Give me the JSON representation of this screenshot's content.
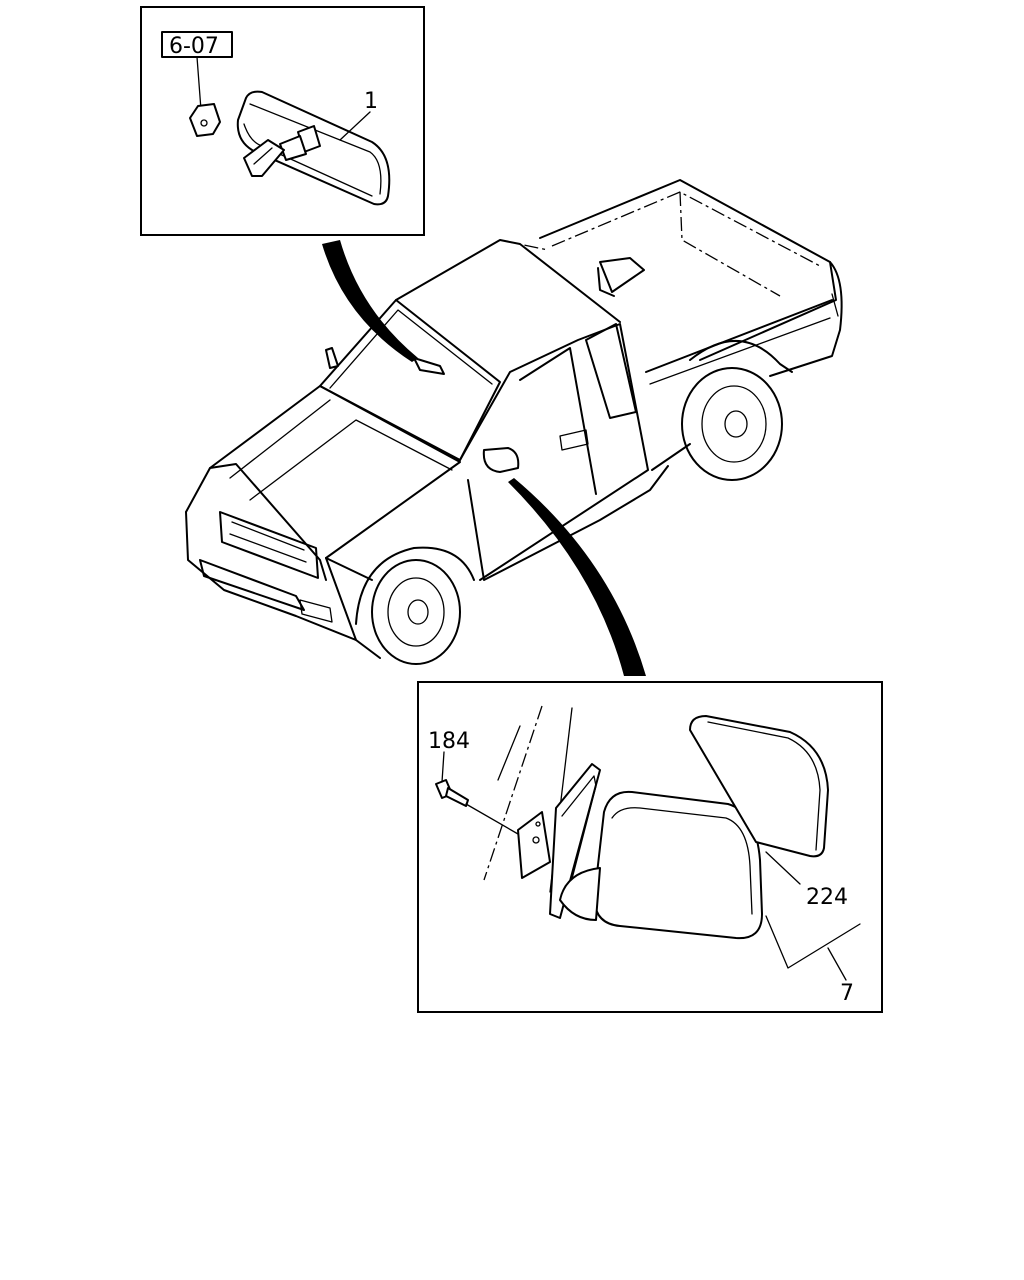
{
  "callouts": {
    "section_ref": "6-07",
    "inside_mirror": "1",
    "bolt": "184",
    "mirror_glass": "224",
    "outside_mirror_assy": "7"
  }
}
